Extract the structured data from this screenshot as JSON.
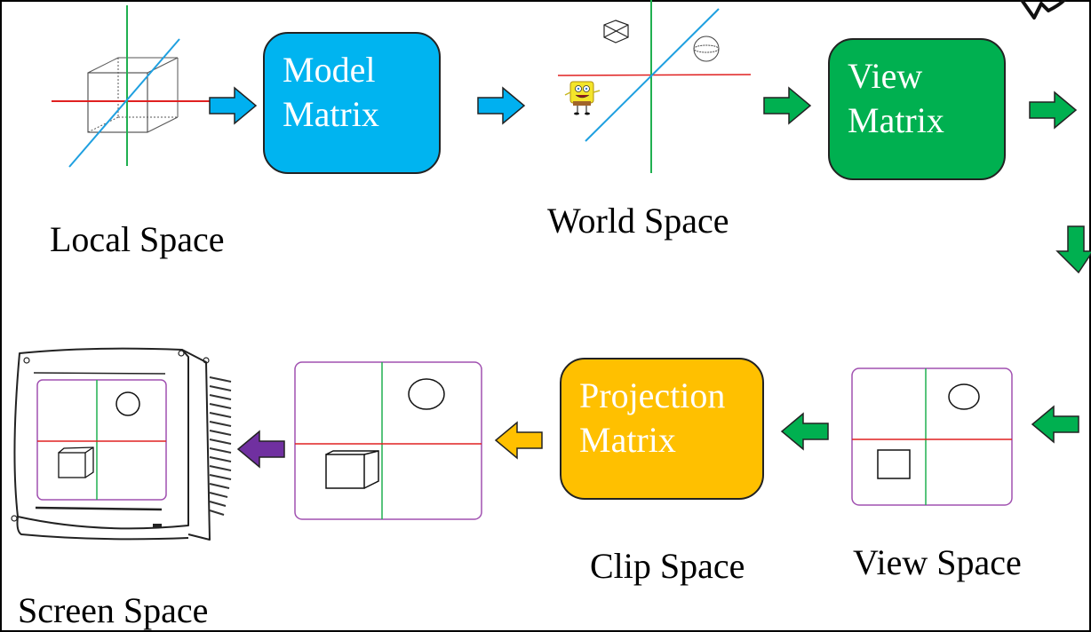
{
  "diagram": {
    "title": "Coordinate space transformation pipeline",
    "spaces": {
      "local": "Local Space",
      "world": "World Space",
      "view": "View Space",
      "clip": "Clip Space",
      "screen": "Screen Space"
    },
    "matrices": {
      "model": {
        "line1": "Model",
        "line2": "Matrix",
        "color": "#00B4F0"
      },
      "view": {
        "line1": "View",
        "line2": "Matrix",
        "color": "#00B050"
      },
      "projection": {
        "line1": "Projection",
        "line2": "Matrix",
        "color": "#FFC000"
      }
    },
    "colors": {
      "axis_x": "#E02020",
      "axis_y": "#20B050",
      "axis_z": "#1FA0E0",
      "viewport_border": "#A050B0",
      "arrow_blue": "#00B0F0",
      "arrow_green": "#00B050",
      "arrow_yellow": "#FFC000",
      "arrow_purple": "#7030A0"
    },
    "flow": [
      "Local Space",
      "Model Matrix",
      "World Space",
      "View Matrix",
      "View Space",
      "Projection Matrix",
      "Clip Space",
      "Screen Space"
    ]
  }
}
